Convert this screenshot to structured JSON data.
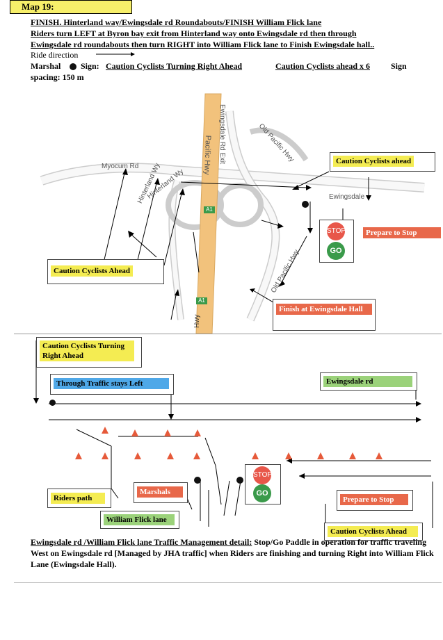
{
  "map_title": "Map 19:",
  "header": {
    "line1": "FINISH. Hinterland way/Ewingsdale rd Roundabouts/FINISH William Flick lane",
    "line2": "Riders turn LEFT at Byron bay exit from Hinterland way onto Ewingsdale rd then through",
    "line3": "Ewingsdale rd roundabouts then turn RIGHT into William Flick lane to Finish Ewingsdale hall..",
    "ride_direction": "Ride direction",
    "marshal_label": "Marshal",
    "sign_label": "Sign:",
    "sign_caution_right": "Caution Cyclists Turning Right Ahead",
    "sign_caution_ahead": "Caution Cyclists ahead x 6",
    "sign_spacing_word": "Sign",
    "spacing": "spacing: 150 m"
  },
  "map_labels": {
    "ewingsdale_exit": "Ewingsdale Rd Exit",
    "pacific_hwy": "Pacific Hwy",
    "old_pacific_hwy_top": "Old Pacific Hwy",
    "old_pacific_hwy_bottom": "Old Pacific Hwy",
    "myocum_rd": "Myocum Rd",
    "hinterland_wy_1": "Hinterland Wy",
    "hinterland_wy_2": "Hinterland Wy",
    "ewingsdale": "Ewingsdale",
    "hwy": "Hwy",
    "a1_top": "A1",
    "a1_bottom": "A1"
  },
  "callouts": {
    "caution_ahead_top": "Caution Cyclists ahead",
    "prepare_to_stop_top": "Prepare to Stop",
    "caution_ahead_left": "Caution Cyclists Ahead",
    "finish": "Finish at Ewingsdale Hall",
    "caution_turning_right": "Caution Cyclists Turning Right Ahead",
    "through_traffic": "Through Traffic stays Left",
    "ewingsdale_rd": "Ewingsdale rd",
    "riders_path": "Riders path",
    "marshals": "Marshals",
    "william_flick": "William Flick lane",
    "prepare_to_stop_bottom": "Prepare to Stop",
    "caution_ahead_bottom": "Caution Cyclists Ahead"
  },
  "signs": {
    "stop": "STOP",
    "go": "GO"
  },
  "detail": {
    "heading": "Ewingsdale rd /William Flick lane Traffic Management detail:",
    "text": " Stop/Go Paddle in operation for traffic traveling West on Ewingsdale rd [Managed by JHA traffic] when Riders are finishing and turning Right into William Flick Lane (Ewingsdale Hall)."
  },
  "colors": {
    "yellow": "#f4ec52",
    "orange": "#e8684a",
    "green": "#9bd27a",
    "blue": "#4fa8e8",
    "highway": "#f2c27c",
    "cone": "#e65a3a"
  }
}
